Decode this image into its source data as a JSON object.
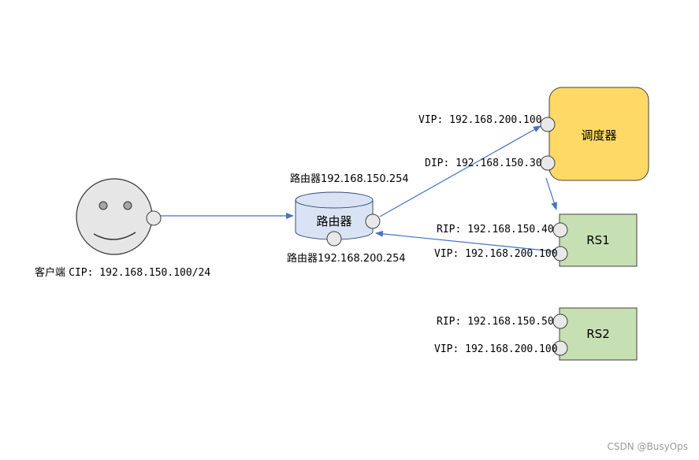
{
  "nodes": {
    "client": {
      "label": "客户端",
      "cip": "CIP: 192.168.150.100/24"
    },
    "router": {
      "label": "路由器",
      "top_label": "路由器192.168.150.254",
      "bottom_label": "路由器192.168.200.254"
    },
    "scheduler": {
      "label": "调度器",
      "vip": "VIP: 192.168.200.100",
      "dip": "DIP: 192.168.150.30",
      "color": "#FFD966"
    },
    "rs1": {
      "label": "RS1",
      "rip": "RIP: 192.168.150.40",
      "vip": "VIP: 192.168.200.100",
      "color": "#C6E0B4"
    },
    "rs2": {
      "label": "RS2",
      "rip": "RIP: 192.168.150.50",
      "vip": "VIP: 192.168.200.100",
      "color": "#C6E0B4"
    }
  },
  "colors": {
    "arrow": "#4472C4",
    "router_fill": "#DAE3F3",
    "port": "#E8E8E8"
  },
  "watermark": "CSDN @BusyOps"
}
